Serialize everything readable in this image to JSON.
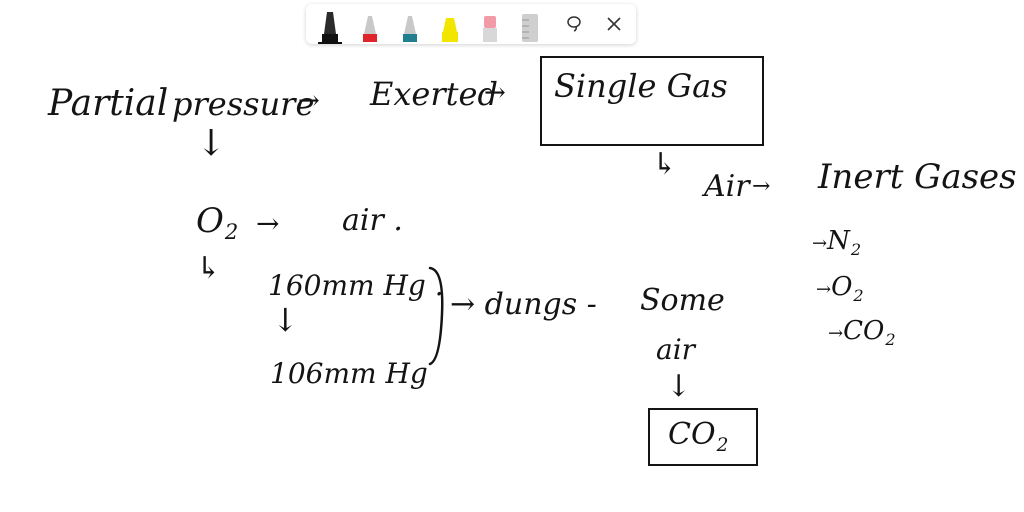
{
  "toolbar": {
    "tools": [
      {
        "name": "black-pen",
        "color": "#111111"
      },
      {
        "name": "red-pen",
        "color": "#e0242c"
      },
      {
        "name": "teal-pen",
        "color": "#1f7f8f"
      },
      {
        "name": "yellow-highlighter",
        "color": "#f2e600"
      },
      {
        "name": "pink-eraser",
        "color": "#f29aa8"
      },
      {
        "name": "ruler",
        "color": "#b9b9b9"
      }
    ],
    "icons": [
      "lasso-icon",
      "close-icon"
    ]
  },
  "notes": {
    "partial": "Partial",
    "pressure": "pressure",
    "arrow": "→",
    "arrow_down": "↓",
    "arrow_branch": "↳",
    "exerted": "Exerted",
    "single_gas": "Single Gas",
    "air": "Air",
    "inert_gases": "Inert Gases",
    "n2_main": "N",
    "n2_sub": "2",
    "o2_main": "O",
    "o2_sub": "2",
    "co2_main": "CO",
    "co2_sub": "2",
    "air_lower": "air",
    "air_dot": "air .",
    "mmhg_160": "160mm Hg .",
    "mmhg_106": "106mm Hg",
    "lungs": "→ dungs -",
    "some": "Some",
    "box_co2_main": "CO",
    "box_co2_sub": "2"
  }
}
